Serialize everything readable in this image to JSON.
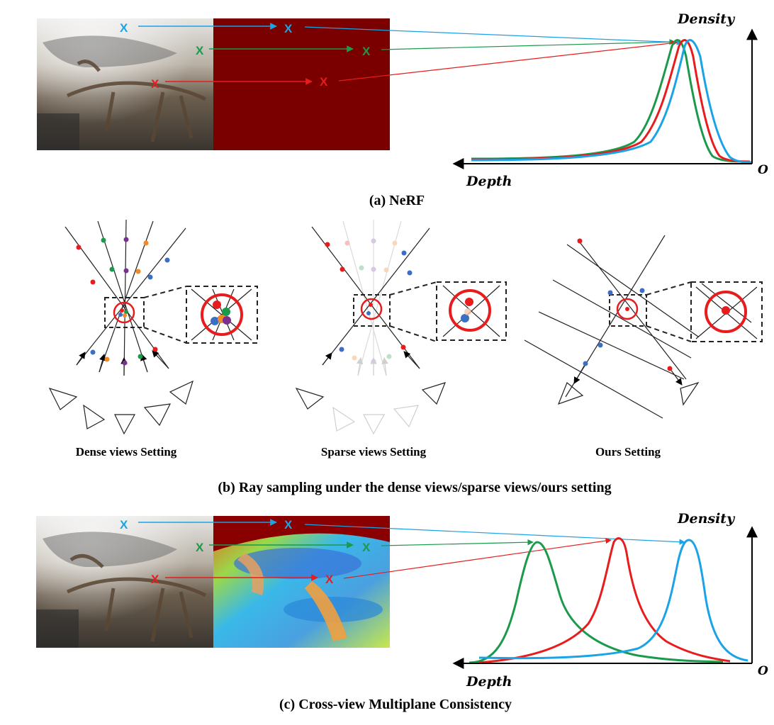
{
  "colors": {
    "blue": "#1aa3e6",
    "green": "#1a9a4a",
    "red": "#e81c1c",
    "purple": "#7b2f8f",
    "orange": "#f08a24",
    "dark_blue_dot": "#3a6fc4",
    "depth_panel_a": "#7a0000"
  },
  "panel_a": {
    "caption": "(a) NeRF",
    "markers": {
      "blue": "X",
      "green": "X",
      "red": "X"
    },
    "density_label": "Density",
    "depth_label": "Depth",
    "origin_label": "O"
  },
  "panel_b": {
    "caption": "(b) Ray sampling under the dense views/sparse views/ours setting",
    "settings": [
      "Dense views Setting",
      "Sparse views Setting",
      "Ours Setting"
    ]
  },
  "panel_c": {
    "caption": "(c) Cross-view Multiplane Consistency",
    "markers": {
      "blue": "X",
      "green": "X",
      "red": "X"
    },
    "density_label": "Density",
    "depth_label": "Depth",
    "origin_label": "O"
  }
}
